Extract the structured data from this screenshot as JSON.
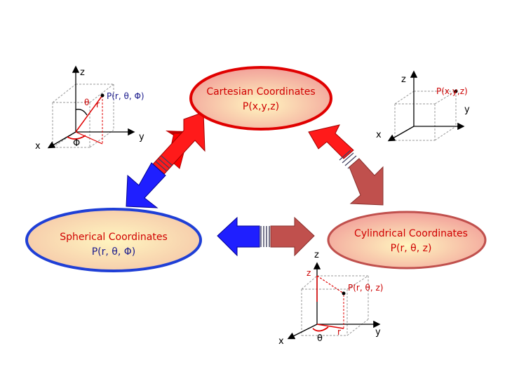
{
  "cartesian": {
    "title": "Cartesian Coordinates",
    "point": "P(x,y,z)",
    "axis_x": "x",
    "axis_y": "y",
    "axis_z": "z",
    "point_label": "P(x,y,z)"
  },
  "spherical": {
    "title": "Spherical Coordinates",
    "point": "P(r, θ, Φ)",
    "axis_x": "x",
    "axis_y": "y",
    "axis_z": "z",
    "point_label": "P(r, θ, Φ)",
    "theta": "θ",
    "r": "r",
    "phi": "Φ"
  },
  "cylindrical": {
    "title": "Cylindrical Coordinates",
    "point": "P(r, θ, z)",
    "axis_x": "x",
    "axis_y": "y",
    "axis_z": "z",
    "axis_z_outer": "z",
    "z_label": "z",
    "point_label": "P(r, θ, z)",
    "r": "r",
    "theta": "θ"
  },
  "colors": {
    "ellipse_fill": "#f4a8a0",
    "cartesian_border": "#e00000",
    "spherical_border": "#1f3fd6",
    "cylindrical_border": "#c0504d",
    "title_red": "#d00000",
    "title_blue": "#1a1a8c",
    "arrow_red": "#ff0000",
    "arrow_blue": "#0000ff",
    "arrow_brick": "#c0504d"
  }
}
